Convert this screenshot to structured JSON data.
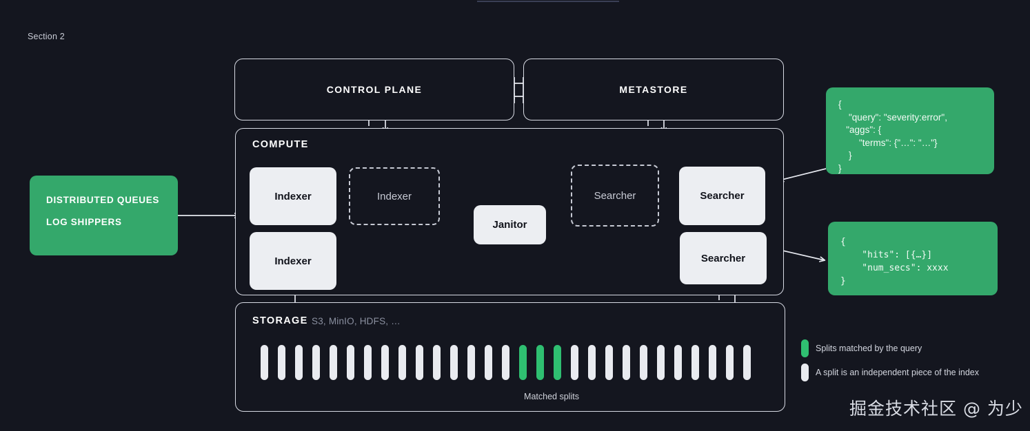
{
  "section": {
    "label": "Section 2"
  },
  "boxes": {
    "control_plane": "CONTROL PLANE",
    "metastore": "METASTORE",
    "compute": "COMPUTE",
    "storage": "STORAGE",
    "storage_sub": "S3, MinIO, HDFS, …"
  },
  "nodes": {
    "indexer_1": "Indexer",
    "indexer_ghost": "Indexer",
    "indexer_2": "Indexer",
    "janitor": "Janitor",
    "searcher_ghost": "Searcher",
    "searcher_1": "Searcher",
    "searcher_2": "Searcher"
  },
  "queues": {
    "line_1": "DISTRIBUTED QUEUES",
    "line_2": "LOG SHIPPERS"
  },
  "panels": {
    "query": "{\n    \"query\": \"severity:error\",\n   \"aggs\": {\n        \"terms\": {\"…\": \"…\"}\n    }\n}",
    "result": "{\n    \"hits\": [{…}]\n    \"num_secs\": xxxx\n}"
  },
  "storage": {
    "matched_label": "Matched splits",
    "split_count": 29,
    "matched_indices": [
      15,
      16,
      17
    ]
  },
  "legend": [
    {
      "label": "Splits matched by the query",
      "color": "#2fbf71"
    },
    {
      "label": "A split is an independent piece of the index",
      "color": "#e9ebf0"
    }
  ],
  "watermark": "掘金技术社区 @ 为少",
  "colors": {
    "background": "#14161f",
    "green": "#34a86b",
    "split_green": "#2fbf71",
    "chip": "#eceef2",
    "stroke": "#d8dbe4"
  }
}
